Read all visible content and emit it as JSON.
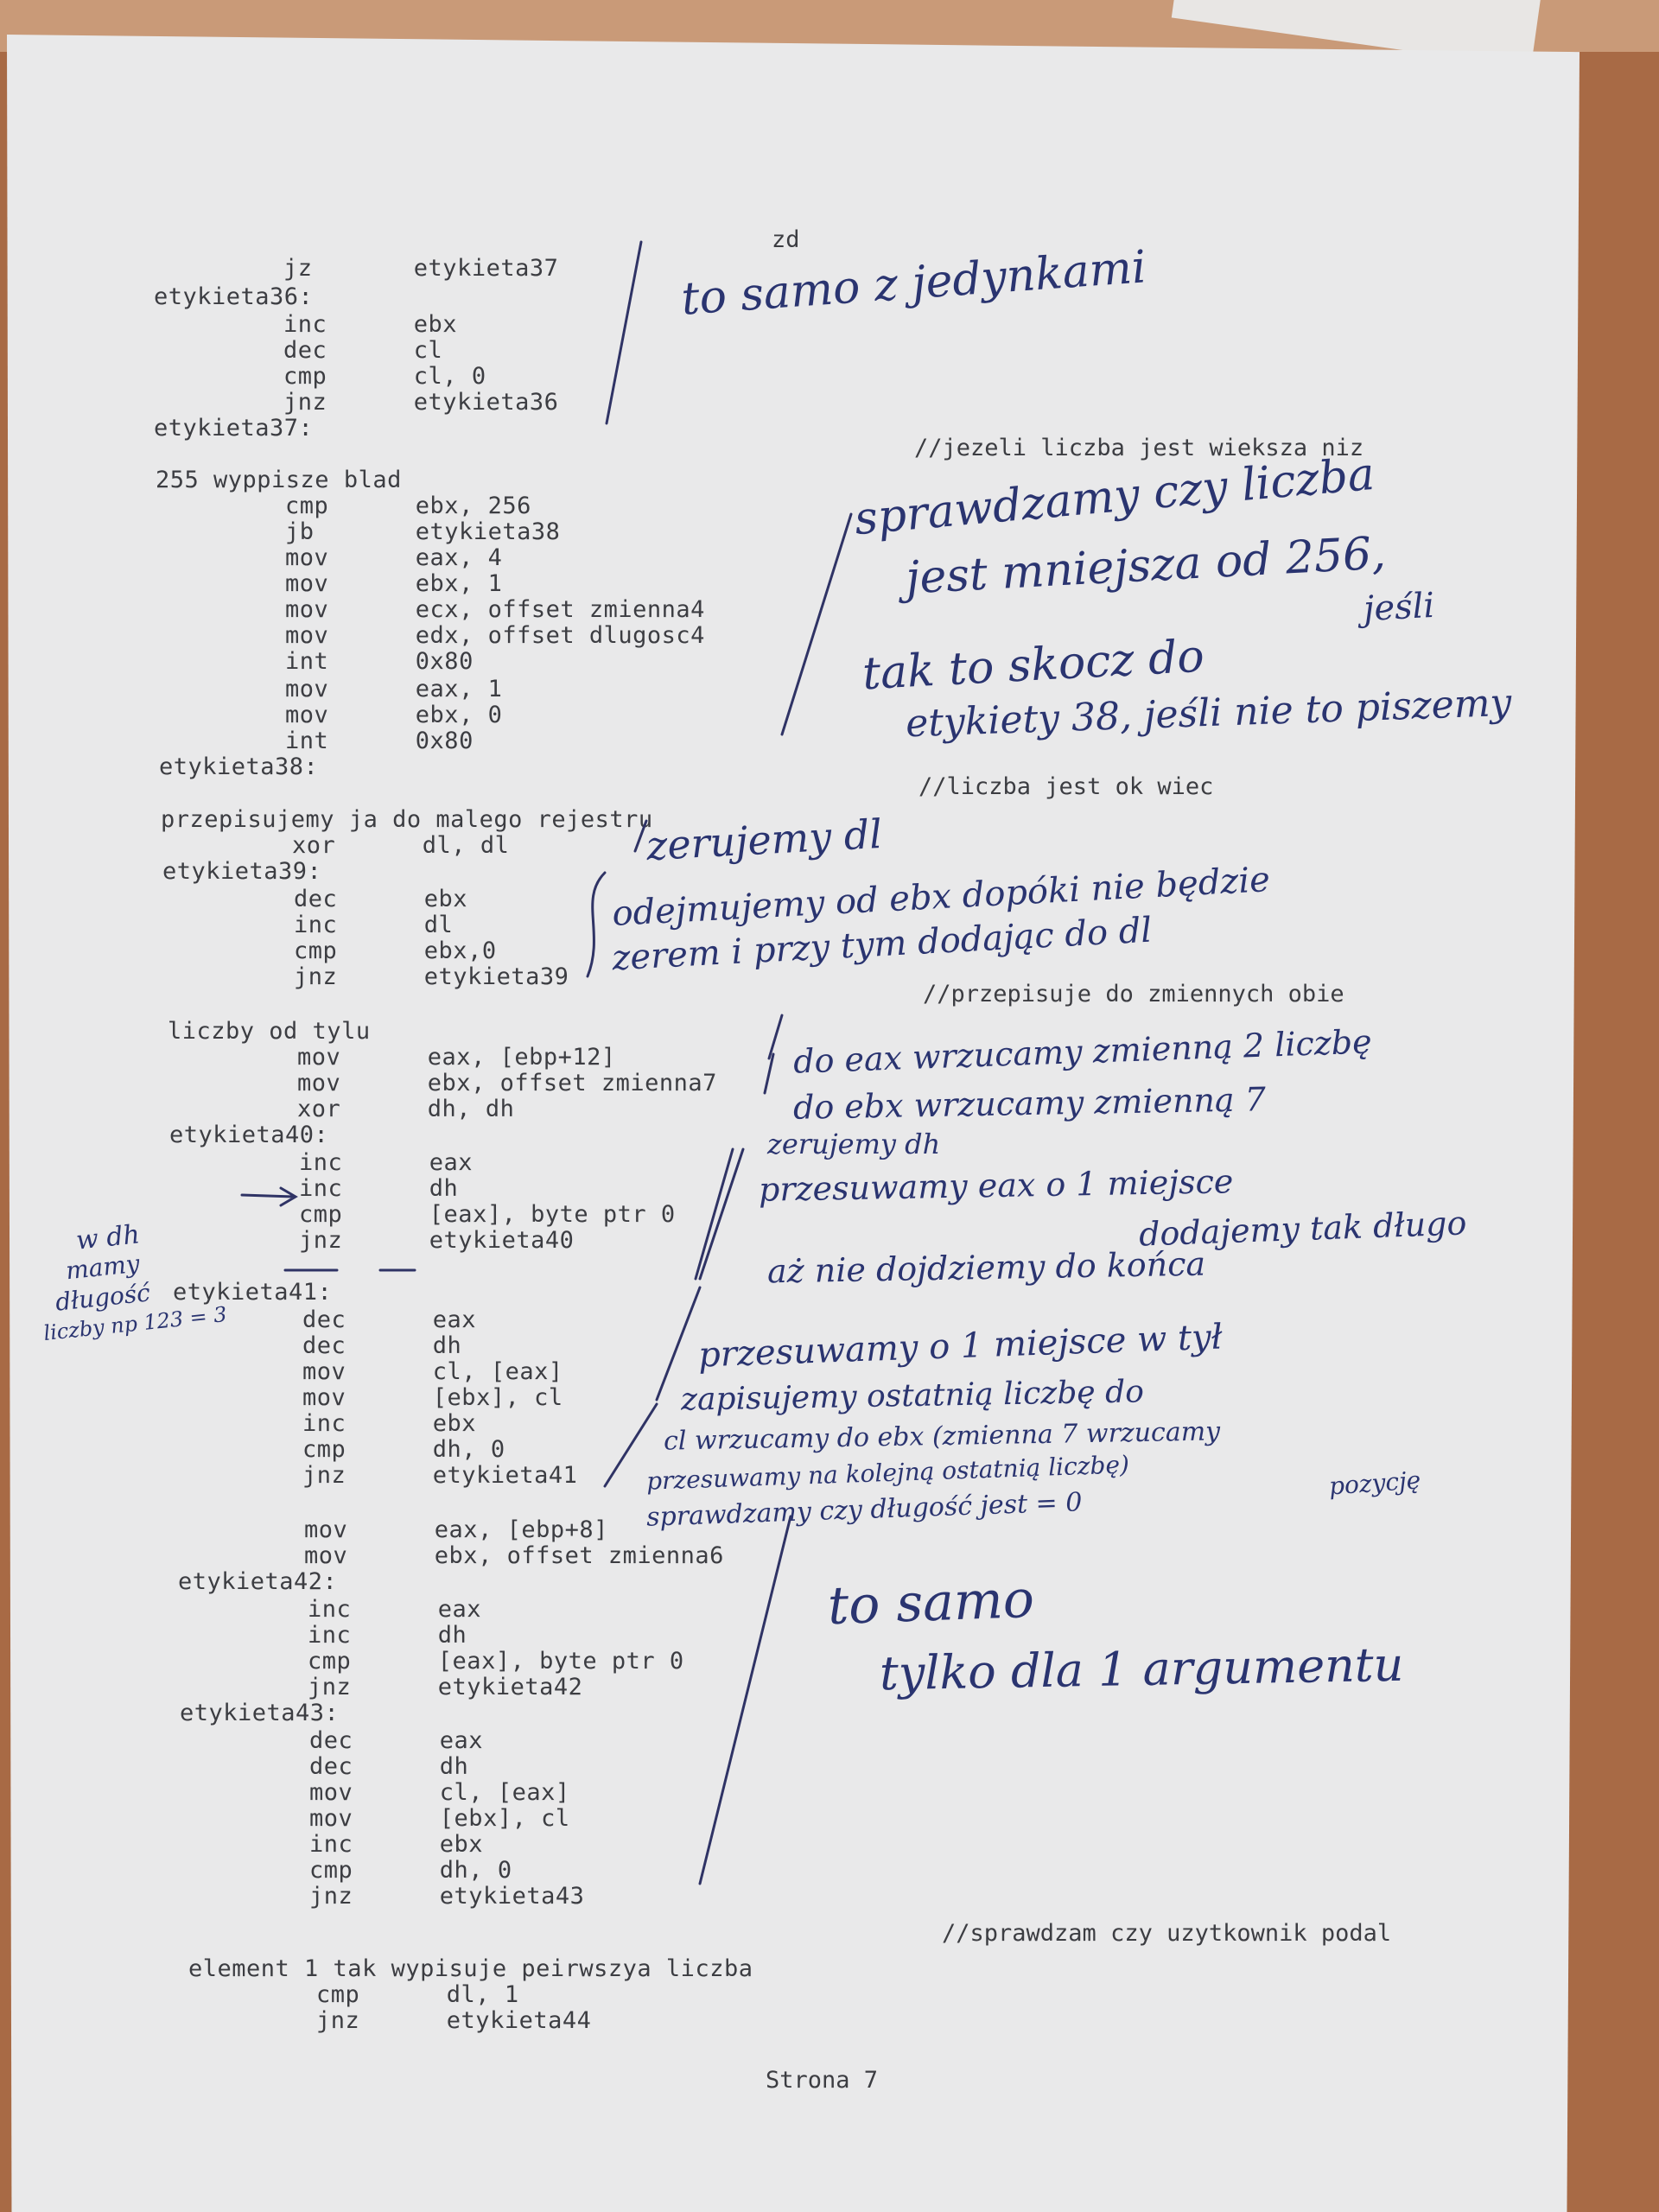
{
  "code_lines": [
    "jz       etykieta37",
    "etykieta36:",
    "inc      ebx",
    "dec      cl",
    "cmp      cl, 0",
    "jnz      etykieta36",
    "etykieta37:",
    "255 wyppisze blad",
    "cmp      ebx, 256",
    "jb       etykieta38",
    "mov      eax, 4",
    "mov      ebx, 1",
    "mov      ecx, offset zmienna4",
    "mov      edx, offset dlugosc4",
    "int      0x80",
    "mov      eax, 1",
    "mov      ebx, 0",
    "int      0x80",
    "etykieta38:",
    "przepisujemy ja do malego rejestru",
    "xor      dl, dl",
    "etykieta39:",
    "dec      ebx",
    "inc      dl",
    "cmp      ebx,0",
    "jnz      etykieta39",
    "liczby od tylu",
    "mov      eax, [ebp+12]",
    "mov      ebx, offset zmienna7",
    "xor      dh, dh",
    "etykieta40:",
    "inc      eax",
    "inc      dh",
    "cmp      [eax], byte ptr 0",
    "jnz      etykieta40",
    "etykieta41:",
    "dec      eax",
    "dec      dh",
    "mov      cl, [eax]",
    "mov      [ebx], cl",
    "inc      ebx",
    "cmp      dh, 0",
    "jnz      etykieta41",
    "mov      eax, [ebp+8]",
    "mov      ebx, offset zmienna6",
    "etykieta42:",
    "inc      eax",
    "inc      dh",
    "cmp      [eax], byte ptr 0",
    "jnz      etykieta42",
    "etykieta43:",
    "dec      eax",
    "dec      dh",
    "mov      cl, [eax]",
    "mov      [ebx], cl",
    "inc      ebx",
    "cmp      dh, 0",
    "jnz      etykieta43",
    "element 1 tak wypisuje peirwszya liczba",
    "cmp      dl, 1",
    "jnz      etykieta44"
  ],
  "comments": [
    "zd",
    "//jezeli liczba jest wieksza niz",
    "//liczba jest ok wiec",
    "//przepisuje do zmiennych obie",
    "//sprawdzam czy uzytkownik podal"
  ],
  "handwritten": [
    "to samo z jedynkami",
    "sprawdzamy czy liczba",
    "jest mniejsza od 256,",
    "jeśli",
    "tak to skocz do",
    "etykiety 38, jeśli nie to piszemy",
    "zerujemy dl",
    "odejmujemy od ebx dopóki nie będzie",
    "zerem i przy tym dodając do dl",
    "do eax wrzucamy zmienną 2 liczbę",
    "do ebx wrzucamy zmienną 7",
    "zerujemy dh",
    "przesuwamy eax o 1 miejsce",
    "dodajemy tak długo",
    "aż nie dojdziemy do końca",
    "przesuwamy o 1 miejsce w tył",
    "zapisujemy ostatnią liczbę do",
    "cl wrzucamy do ebx (zmienna 7 wrzucamy",
    "przesuwamy na kolejną ostatnią liczbę)",
    "sprawdzamy czy długość jest = 0",
    "pozycję",
    "w dh",
    "mamy",
    "długość",
    "liczby np 123 = 3",
    "to samo",
    "tylko dla 1 argumentu"
  ],
  "footer": "Strona 7"
}
